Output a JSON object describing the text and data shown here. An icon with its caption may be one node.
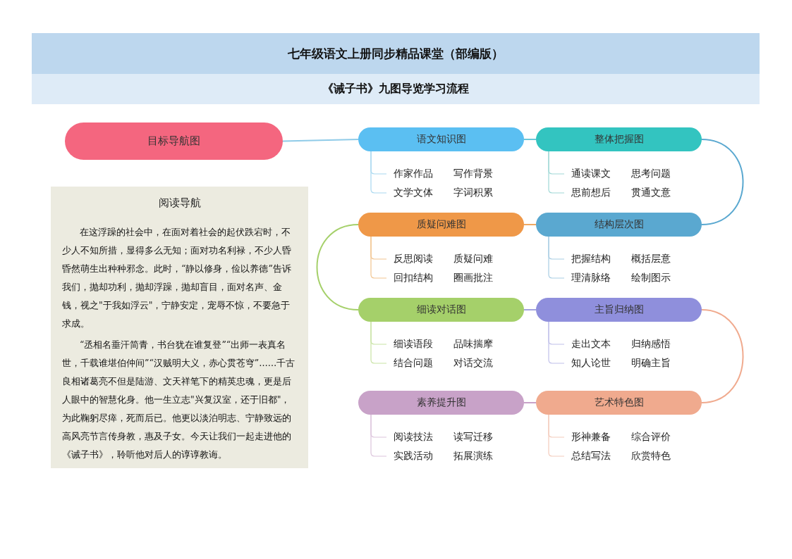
{
  "diagram": {
    "title": "七年级语文上册同步精品课堂（部编版）",
    "nodes": [
      {
        "text": [
          "目标导航图"
        ]
      },
      {
        "text": [
          "语文知识图"
        ]
      },
      {
        "text": [
          "整体把握图"
        ]
      },
      {
        "text": [
          "结构层次图"
        ]
      },
      {
        "text": [
          "质疑问难图"
        ]
      },
      {
        "text": [
          "细读对话图"
        ]
      },
      {
        "text": [
          "主旨归纳图"
        ]
      },
      {
        "text": [
          "艺术特色图"
        ]
      },
      {
        "text": [
          "素养提升图"
        ]
      },
      {
        "text": [
          "阅读导航",
          "在这浮躁的社会中，在面对着社会的起伏跌宕时，不少人不知所措，显得多么无知；面对功名利禄，不少人昏昏然萌生出种种邪念。此时，“静以修身，俭以养德”告诉我们，抛却功利，抛却浮躁，抛却盲目，面对名声、金钱，视之\"于我如浮云\"，宁静安定，宠辱不惊，不要急于求成。",
          "“丞相名垂汗简青，书台犹在谁复登”“出师一表真名世，千载谁堪伯仲间”“汉贼明大义，赤心贯苍穹”……千古良相诸葛亮不但是陆游、文天祥笔下的精英忠魂，更是后人眼中的智慧化身。他一生立志\"兴复汉室，还于旧都\"，为此鞠躬尽瘁，死而后已。他更以淡泊明志、宁静致远的高风亮节言传身教，惠及子女。今天让我们一起走进他的《诫子书》，聆听他对后人的谆谆教诲。"
        ]
      },
      {
        "text": [
          "作家作品",
          "写作背景"
        ]
      },
      {
        "text": [
          "文学文体",
          "字词积累"
        ]
      },
      {
        "text": [
          "通读课文",
          "思考问题"
        ]
      },
      {
        "text": [
          "思前想后",
          "贯通文意"
        ]
      },
      {
        "text": [
          "反思阅读",
          "质疑问难"
        ]
      },
      {
        "text": [
          "回扣结构",
          "圈画批注"
        ]
      },
      {
        "text": [
          "把握结构",
          "概括层意"
        ]
      },
      {
        "text": [
          "理清脉络",
          "绘制图示"
        ]
      },
      {
        "text": [
          "细读语段",
          "品味揣摩"
        ]
      },
      {
        "text": [
          "结合问题",
          "对话交流"
        ]
      },
      {
        "text": [
          "走出文本",
          "归纳感悟"
        ]
      },
      {
        "text": [
          "知人论世",
          "明确主旨"
        ]
      },
      {
        "text": [
          "阅读技法",
          "读写迁移"
        ]
      },
      {
        "text": [
          "实践活动",
          "拓展演练"
        ]
      },
      {
        "text": [
          "形神兼备",
          "综合评价"
        ]
      },
      {
        "text": [
          "总结写法",
          "欣赏特色"
        ]
      }
    ],
    "edges": [
      {
        "from": 0,
        "to": 1,
        "arrow": "none",
        "color": "#8fcbe8"
      },
      {
        "from": 1,
        "to": 2,
        "arrow": "none",
        "color": "#6cc8d8"
      },
      {
        "from": 2,
        "to": 3,
        "arrow": "none",
        "color": "#5aa8d0"
      },
      {
        "from": 3,
        "to": 4,
        "arrow": "none",
        "color": "#efa862"
      },
      {
        "from": 4,
        "to": 5,
        "arrow": "none",
        "color": "#a5d06a"
      },
      {
        "from": 5,
        "to": 6,
        "arrow": "none",
        "color": "#a3a3de"
      },
      {
        "from": 6,
        "to": 7,
        "arrow": "none",
        "color": "#f0aa8e"
      },
      {
        "from": 7,
        "to": 8,
        "arrow": "none",
        "color": "#c8a2c8"
      },
      {
        "from": 1,
        "to": 10,
        "arrow": "none",
        "color": "#a8d8f0"
      },
      {
        "from": 1,
        "to": 11,
        "arrow": "none",
        "color": "#a8d8f0"
      },
      {
        "from": 2,
        "to": 12,
        "arrow": "none",
        "color": "#9fd8d6"
      },
      {
        "from": 2,
        "to": 13,
        "arrow": "none",
        "color": "#9fd8d6"
      },
      {
        "from": 4,
        "to": 14,
        "arrow": "none",
        "color": "#f2c48f"
      },
      {
        "from": 4,
        "to": 15,
        "arrow": "none",
        "color": "#f2c48f"
      },
      {
        "from": 3,
        "to": 16,
        "arrow": "none",
        "color": "#a8cde3"
      },
      {
        "from": 3,
        "to": 17,
        "arrow": "none",
        "color": "#a8cde3"
      },
      {
        "from": 5,
        "to": 18,
        "arrow": "none",
        "color": "#c8e3a4"
      },
      {
        "from": 5,
        "to": 19,
        "arrow": "none",
        "color": "#c8e3a4"
      },
      {
        "from": 6,
        "to": 20,
        "arrow": "none",
        "color": "#c0c0ea"
      },
      {
        "from": 6,
        "to": 21,
        "arrow": "none",
        "color": "#c0c0ea"
      },
      {
        "from": 8,
        "to": 22,
        "arrow": "none",
        "color": "#dcc4dc"
      },
      {
        "from": 8,
        "to": 23,
        "arrow": "none",
        "color": "#dcc4dc"
      },
      {
        "from": 7,
        "to": 24,
        "arrow": "none",
        "color": "#f3cbbb"
      },
      {
        "from": 7,
        "to": 25,
        "arrow": "none",
        "color": "#f3cbbb"
      }
    ],
    "labels": [
      "《诫子书》九图导览学习流程"
    ]
  }
}
